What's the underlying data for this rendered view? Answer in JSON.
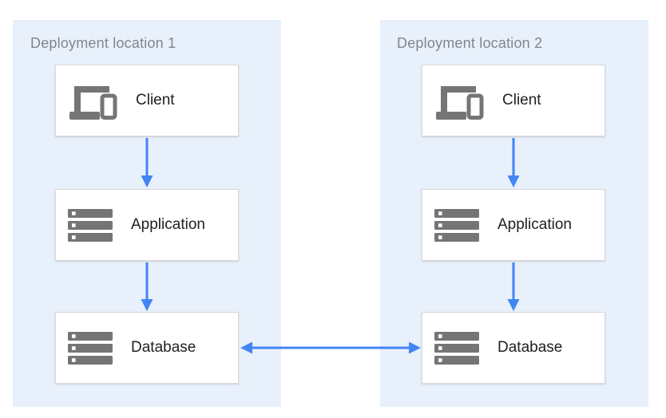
{
  "locations": [
    {
      "title": "Deployment location 1",
      "nodes": [
        {
          "label": "Client",
          "icon": "client-devices-icon"
        },
        {
          "label": "Application",
          "icon": "server-stack-icon"
        },
        {
          "label": "Database",
          "icon": "server-stack-icon"
        }
      ]
    },
    {
      "title": "Deployment location 2",
      "nodes": [
        {
          "label": "Client",
          "icon": "client-devices-icon"
        },
        {
          "label": "Application",
          "icon": "server-stack-icon"
        },
        {
          "label": "Database",
          "icon": "server-stack-icon"
        }
      ]
    }
  ],
  "arrows": [
    {
      "name": "client-to-application-1",
      "direction": "down"
    },
    {
      "name": "application-to-database-1",
      "direction": "down"
    },
    {
      "name": "client-to-application-2",
      "direction": "down"
    },
    {
      "name": "application-to-database-2",
      "direction": "down"
    },
    {
      "name": "database-to-database",
      "direction": "bidirectional"
    }
  ],
  "colors": {
    "container_background": "#e8f0fb",
    "arrow_blue": "#4285f4",
    "icon_gray": "#757575",
    "box_border": "#d9d9d9",
    "title_gray": "#80868b",
    "label_dark": "#212121"
  }
}
